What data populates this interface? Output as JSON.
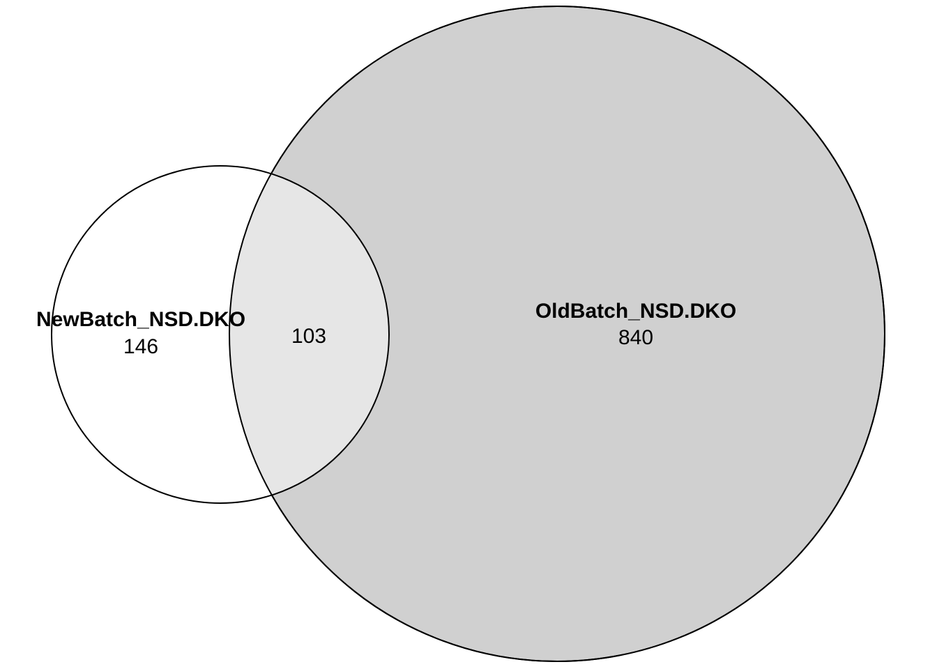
{
  "venn": {
    "sets": [
      {
        "name": "NewBatch_NSD.DKO",
        "only_count": "146",
        "fill": "#ffffff",
        "stroke": "#000000"
      },
      {
        "name": "OldBatch_NSD.DKO",
        "only_count": "840",
        "fill": "#d0d0d0",
        "stroke": "#000000"
      }
    ],
    "intersection": {
      "count": "103",
      "fill": "#e6e6e6"
    }
  }
}
